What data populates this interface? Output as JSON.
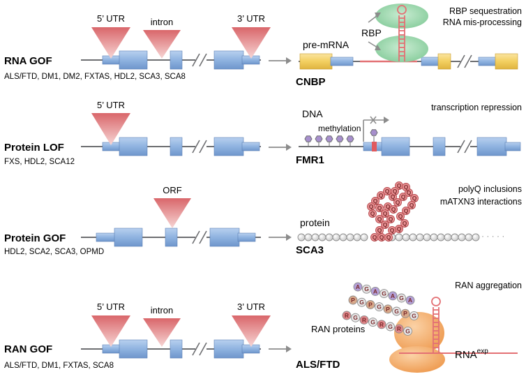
{
  "panels": [
    {
      "id": "rna-gof",
      "title": "RNA GOF",
      "diseases": "ALS/FTD, DM1, DM2, FXTAS, HDL2, SCA3, SCA8",
      "insertions": [
        "5’ UTR",
        "intron",
        "3’ UTR"
      ],
      "gene": "CNBP",
      "labels": [
        "pre-mRNA",
        "RBP"
      ],
      "effect_lines": [
        "RBP sequestration",
        "RNA mis-processing"
      ]
    },
    {
      "id": "protein-lof",
      "title": "Protein LOF",
      "diseases": "FXS, HDL2, SCA12",
      "insertions": [
        "5’ UTR"
      ],
      "gene": "FMR1",
      "labels": [
        "DNA",
        "methylation"
      ],
      "effect_lines": [
        "transcription repression"
      ]
    },
    {
      "id": "protein-gof",
      "title": "Protein GOF",
      "diseases": "HDL2, SCA2, SCA3, OPMD",
      "insertions": [
        "ORF"
      ],
      "gene": "SCA3",
      "labels": [
        "protein"
      ],
      "effect_lines": [
        "polyQ inclusions",
        "mATXN3 interactions"
      ],
      "polyq_residue": "Q"
    },
    {
      "id": "ran-gof",
      "title": "RAN GOF",
      "diseases": "ALS/FTD, DM1, FXTAS, SCA8",
      "insertions": [
        "5’ UTR",
        "intron",
        "3’ UTR"
      ],
      "gene": "ALS/FTD",
      "labels": [
        "RAN proteins"
      ],
      "rna_label": "RNA",
      "rna_label_sup": "exp",
      "effect_lines": [
        "RAN aggregation"
      ],
      "ran_chains": [
        [
          "A",
          "G",
          "A",
          "G",
          "A",
          "G",
          "A"
        ],
        [
          "P",
          "G",
          "P",
          "G",
          "P",
          "G",
          "P",
          "G"
        ],
        [
          "R",
          "G",
          "R",
          "G",
          "R",
          "G",
          "R",
          "G"
        ]
      ]
    }
  ],
  "colors": {
    "exon": "#8fb3e0",
    "utr_block": "#f3cf60",
    "triangle": "#d9666a",
    "rbp": "#93d3a5",
    "rna_hairpin": "#e37074",
    "polyq": "#e99294",
    "ribosome": "#f3a765",
    "methyl": "#a78fcd",
    "arrow": "#8c8c8c",
    "line": "#6d6e71"
  },
  "icons": [
    "arrow-right-icon",
    "hairpin-icon",
    "tss-blocked-icon",
    "methyl-hexagon-icon",
    "ribosome-icon"
  ]
}
